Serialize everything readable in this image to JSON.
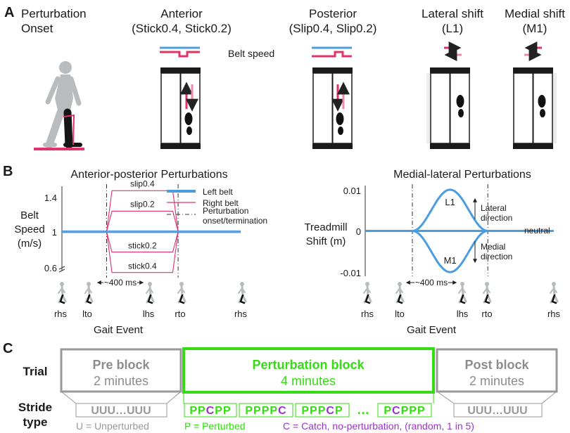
{
  "panels": {
    "a": "A",
    "b": "B",
    "c": "C"
  },
  "panel_a": {
    "onset_line1": "Perturbation",
    "onset_line2": "Onset",
    "belt_speed_label": "Belt speed",
    "columns": [
      {
        "title": "Anterior",
        "subtitle": "(Stick0.4, Stick0.2)"
      },
      {
        "title": "Posterior",
        "subtitle": "(Slip0.4, Slip0.2)"
      },
      {
        "title": "Lateral shift",
        "subtitle": "(L1)"
      },
      {
        "title": "Medial shift",
        "subtitle": "(M1)"
      }
    ]
  },
  "gait_events": {
    "left": [
      "rhs",
      "lto",
      "lhs",
      "rto",
      "rhs"
    ],
    "right": [
      "rhs",
      "lto",
      "lhs",
      "rto",
      "rhs"
    ],
    "xlabel": "Gait Event",
    "window_label": "~400 ms"
  },
  "panel_c": {
    "row_trial": "Trial",
    "row_stride_1": "Stride",
    "row_stride_2": "type",
    "pre_title": "Pre block",
    "pre_sub": "2 minutes",
    "pert_title": "Perturbation block",
    "pert_sub": "4 minutes",
    "post_title": "Post block",
    "post_sub": "2 minutes",
    "pre_strides": "UUU…UUU",
    "post_strides": "UUU…UUU",
    "pert_groups": [
      "PPCPP",
      "PPPPC",
      "PPPCP",
      "PCPPP"
    ],
    "ellipsis": "…",
    "legend_u": "U = Unperturbed",
    "legend_p": "P = Perturbed",
    "legend_c": "C = Catch, no-perturbation, (random, 1 in 5)",
    "colors": {
      "perturbed": "#33dd11",
      "catch": "#9933cc",
      "grey": "#999999"
    }
  },
  "chart_data": [
    {
      "type": "line",
      "title": "Anterior-posterior Perturbations",
      "ylabel_lines": [
        "Belt",
        "Speed",
        "(m/s)"
      ],
      "y_ticks": [
        "1.4",
        "1",
        "0.6"
      ],
      "ylim": [
        0.55,
        1.45
      ],
      "x_range": [
        0,
        10
      ],
      "window": [
        2.5,
        6.5
      ],
      "series": [
        {
          "name": "Left belt",
          "color": "#4a9de0",
          "x": [
            0,
            10
          ],
          "y": [
            1,
            1
          ]
        },
        {
          "name": "Right belt",
          "color": "#e0336a",
          "x": [
            0,
            10
          ],
          "y": [
            1,
            1
          ]
        }
      ],
      "levels": [
        {
          "label": "slip0.4",
          "y": 1.4
        },
        {
          "label": "slip0.2",
          "y": 1.2
        },
        {
          "label": "stick0.2",
          "y": 0.8
        },
        {
          "label": "stick0.4",
          "y": 0.6
        }
      ],
      "legend": [
        {
          "label": "Left belt",
          "style": "thick",
          "color": "#4a9de0"
        },
        {
          "label": "Right belt",
          "style": "thin",
          "color": "#e0336a"
        },
        {
          "label": "Perturbation onset/termination",
          "lines": [
            "Perturbation",
            "onset/termination"
          ],
          "style": "dashdot",
          "color": "#333333"
        }
      ],
      "legend_position": "top-right"
    },
    {
      "type": "line",
      "title": "Medial-lateral Perturbations",
      "ylabel_lines": [
        "Treadmill",
        "Shift (m)"
      ],
      "y_ticks": [
        "0.01",
        "0",
        "-0.01"
      ],
      "ylim": [
        -0.011,
        0.011
      ],
      "x_range": [
        0,
        10
      ],
      "window": [
        2.5,
        6.5
      ],
      "series": [
        {
          "name": "L1",
          "color": "#4a9de0",
          "peak": 0.01
        },
        {
          "name": "M1",
          "color": "#4a9de0",
          "peak": -0.01
        }
      ],
      "labels": {
        "neutral": "neutral",
        "lateral": [
          "Lateral",
          "direction"
        ],
        "medial": [
          "Medial",
          "direction"
        ]
      }
    }
  ]
}
